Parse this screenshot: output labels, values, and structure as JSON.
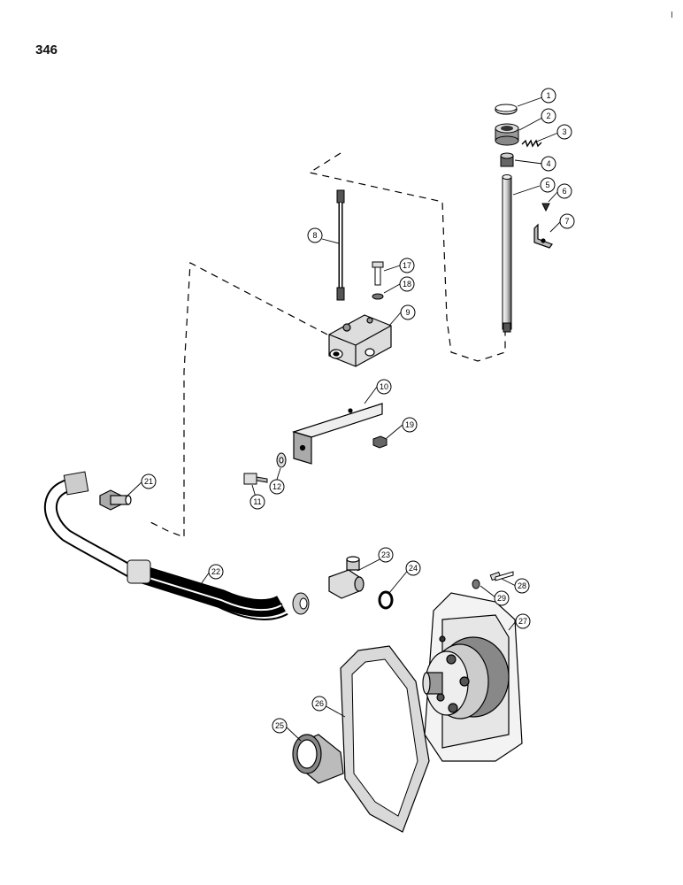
{
  "page_number": "346",
  "corner_mark": "I",
  "callouts": [
    "1",
    "2",
    "3",
    "4",
    "5",
    "6",
    "7",
    "8",
    "9",
    "10",
    "11",
    "12",
    "17",
    "18",
    "19",
    "21",
    "22",
    "23",
    "24",
    "25",
    "26",
    "27",
    "28",
    "29"
  ]
}
